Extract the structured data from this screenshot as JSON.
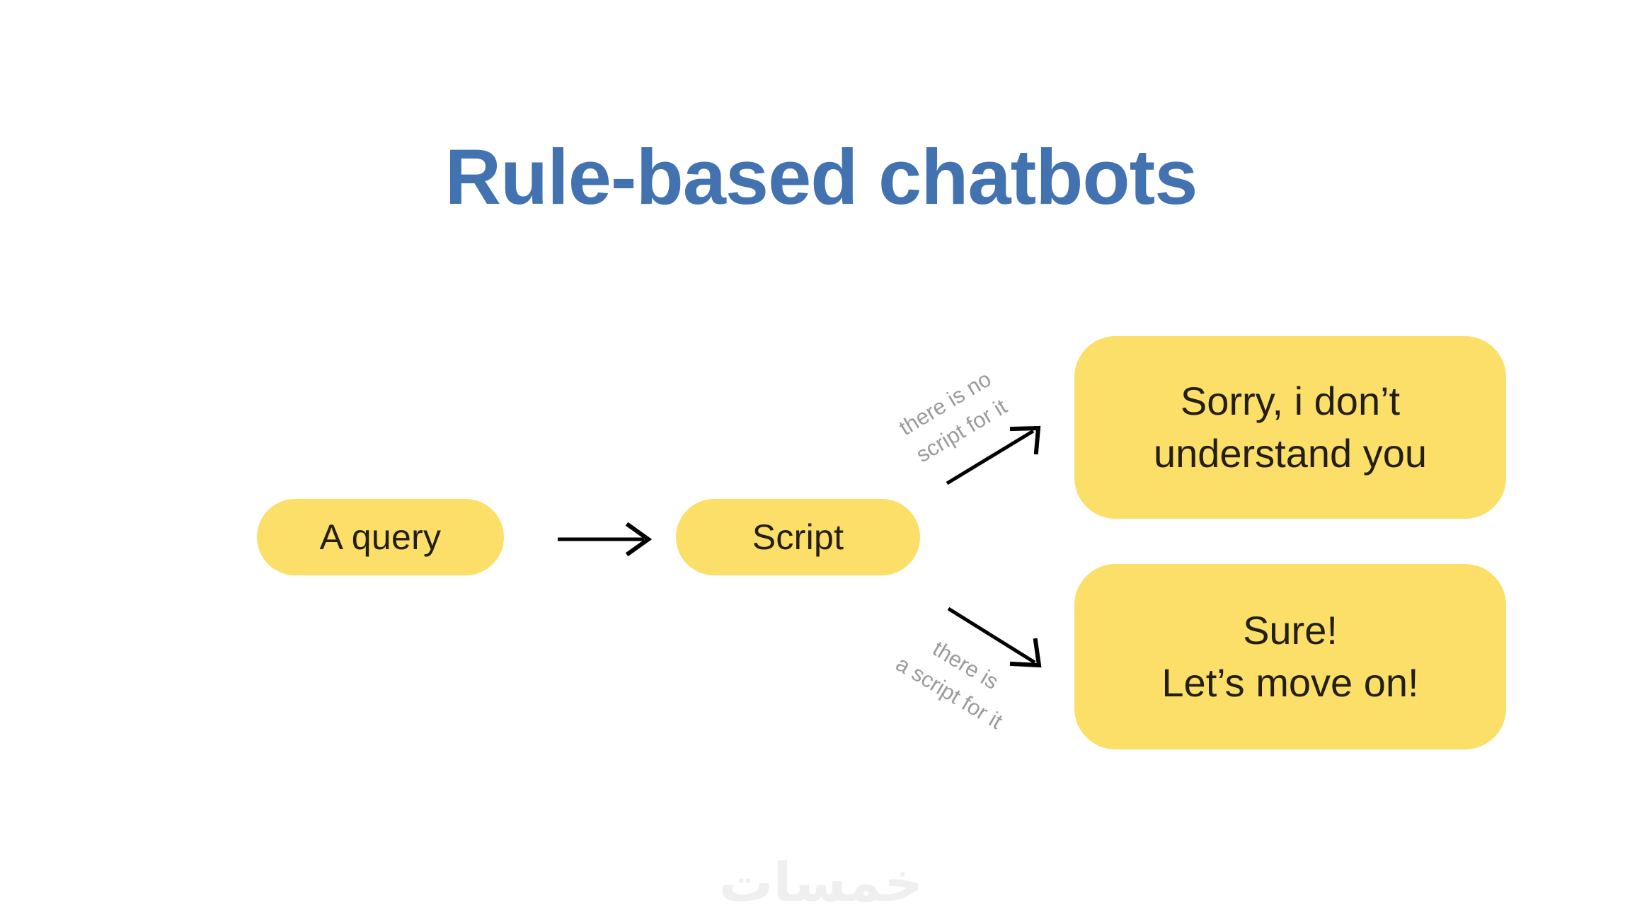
{
  "slide": {
    "title": "Rule-based chatbots",
    "watermark": "خمسات",
    "background_color": "#ffffff",
    "title_color": "#4272af",
    "node_fill_color": "#fbdf69",
    "node_text_color": "#231f16",
    "label_color": "#9b9b9b",
    "arrow_color": "#000000",
    "watermark_color": "#efefef"
  },
  "diagram": {
    "nodes": {
      "query": {
        "label": "A query",
        "shape": "pill"
      },
      "script": {
        "label": "Script",
        "shape": "pill"
      },
      "no_script_response": {
        "shape": "rounded-rect",
        "line1": "Sorry, i don’t",
        "line2": "understand you"
      },
      "script_response": {
        "shape": "rounded-rect",
        "line1": "Sure!",
        "line2": "Let’s move on!"
      }
    },
    "edges": {
      "query_to_script": {
        "label": "",
        "direction": "right"
      },
      "script_to_no_script": {
        "line1": "there is no",
        "line2": "script for it",
        "direction": "up-right"
      },
      "script_to_script_found": {
        "line1": "there is",
        "line2": "a script for it",
        "direction": "down-right"
      }
    }
  }
}
